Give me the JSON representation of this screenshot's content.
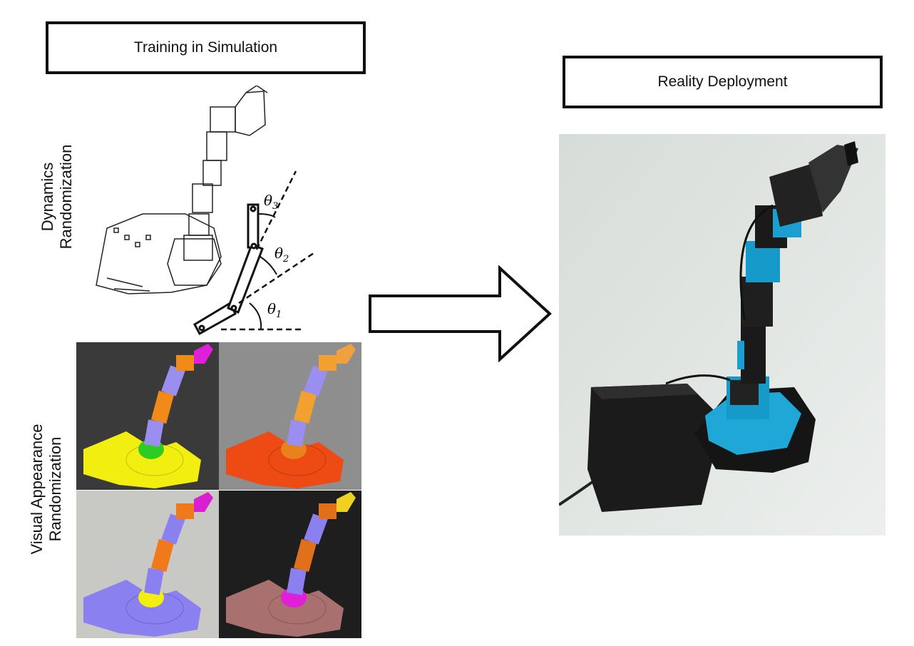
{
  "left_panel": {
    "title": "Training in Simulation",
    "dynamics_label_line1": "Dynamics",
    "dynamics_label_line2": "Randomization",
    "visual_label_line1": "Visual Appearance",
    "visual_label_line2": "Randomization",
    "angles": {
      "theta1": "θ",
      "sub1": "1",
      "theta2": "θ",
      "sub2": "2",
      "theta3": "θ",
      "sub3": "3"
    },
    "tiles": [
      {
        "bg": "#3a3a3a",
        "base": "#f2ee10",
        "joint": "#2ecc22",
        "arm": "#f28a1a",
        "link": "#9a8ff0",
        "gripper": "#e020d8"
      },
      {
        "bg": "#8e8e8e",
        "base": "#ee4a14",
        "joint": "#e8821a",
        "arm": "#f2a030",
        "link": "#9a8ff0",
        "gripper": "#f0a040"
      },
      {
        "bg": "#c8c8c4",
        "base": "#8a80f0",
        "joint": "#f2ee10",
        "arm": "#f07a1a",
        "link": "#8a80f0",
        "gripper": "#d820d0"
      },
      {
        "bg": "#1e1e1e",
        "base": "#a8706e",
        "joint": "#e020d8",
        "arm": "#e0701a",
        "link": "#8a80f0",
        "gripper": "#f0d020"
      }
    ]
  },
  "right_panel": {
    "title": "Reality Deployment"
  }
}
